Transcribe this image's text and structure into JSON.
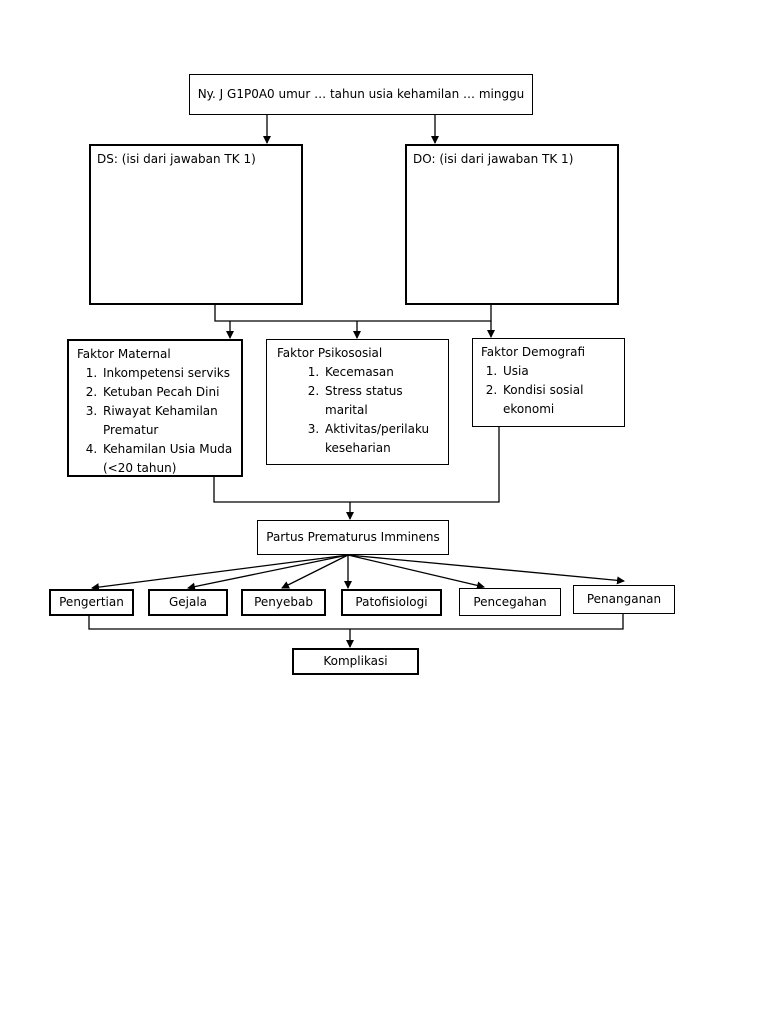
{
  "header": {
    "text": "Ny. J G1P0A0 umur … tahun usia kehamilan … minggu"
  },
  "ds": {
    "text": "DS: (isi dari jawaban TK 1)"
  },
  "do": {
    "text": "DO: (isi dari jawaban TK 1)"
  },
  "maternal": {
    "title": "Faktor Maternal",
    "items": [
      "Inkompetensi serviks",
      "Ketuban Pecah Dini",
      "Riwayat Kehamilan Prematur",
      "Kehamilan Usia Muda (<20  tahun)"
    ]
  },
  "psikososial": {
    "title": "Faktor Psikososial",
    "items": [
      "Kecemasan",
      "Stress status marital",
      "Aktivitas/perilaku keseharian"
    ]
  },
  "demografi": {
    "title": "Faktor Demografi",
    "items": [
      "Usia",
      "Kondisi sosial ekonomi"
    ]
  },
  "center": {
    "text": "Partus Prematurus Imminens"
  },
  "topics": {
    "t1": "Pengertian",
    "t2": "Gejala",
    "t3": "Penyebab",
    "t4": "Patofisiologi",
    "t5": "Pencegahan",
    "t6": "Penanganan"
  },
  "komplikasi": {
    "text": "Komplikasi"
  }
}
